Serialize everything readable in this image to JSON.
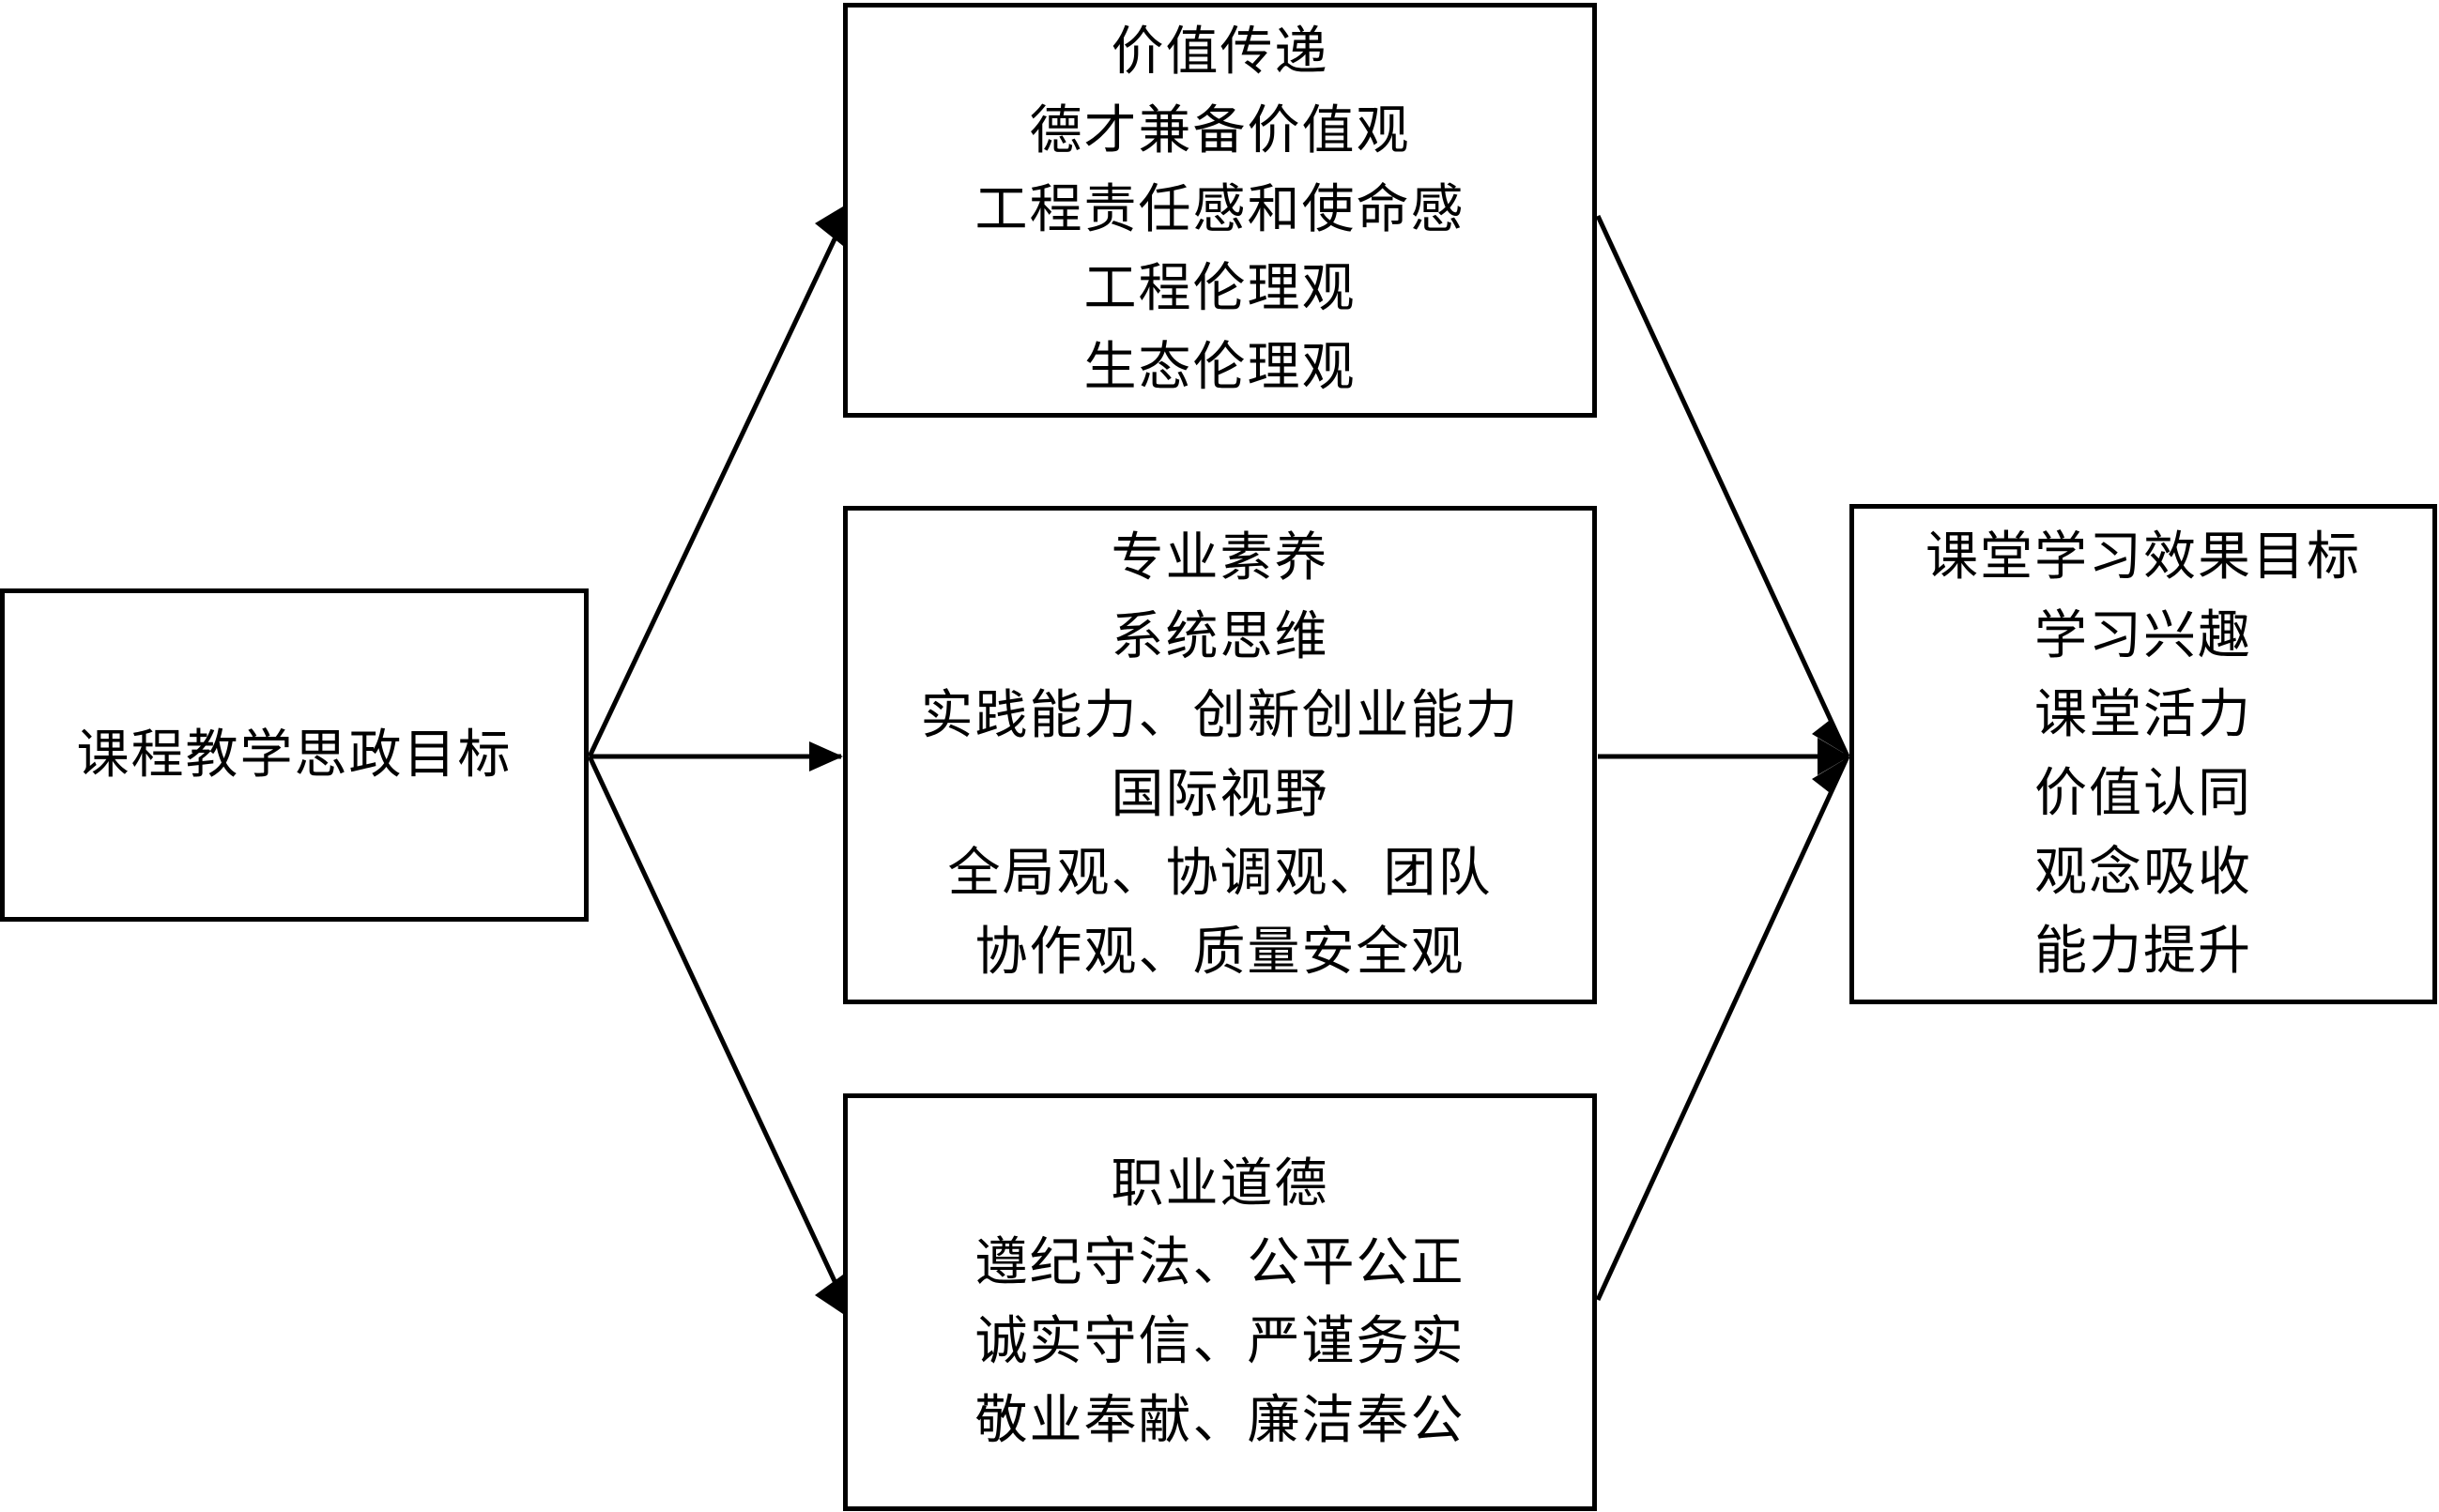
{
  "diagram": {
    "source": {
      "lines": [
        "课程教学思政目标"
      ]
    },
    "value_transfer": {
      "lines": [
        "价值传递",
        "德才兼备价值观",
        "工程责任感和使命感",
        "工程伦理观",
        "生态伦理观"
      ]
    },
    "professional_quality": {
      "lines": [
        "专业素养",
        "系统思维",
        "实践能力、创新创业能力",
        "国际视野",
        "全局观、协调观、团队",
        "协作观、质量安全观"
      ]
    },
    "professional_ethics": {
      "lines": [
        "职业道德",
        "遵纪守法、公平公正",
        "诚实守信、严谨务实",
        "敬业奉献、廉洁奉公"
      ]
    },
    "target": {
      "lines": [
        "课堂学习效果目标",
        "学习兴趣",
        "课堂活力",
        "价值认同",
        "观念吸收",
        "能力提升"
      ]
    },
    "edges": [
      {
        "from": "source",
        "to": "value_transfer"
      },
      {
        "from": "source",
        "to": "professional_quality"
      },
      {
        "from": "source",
        "to": "professional_ethics"
      },
      {
        "from": "value_transfer",
        "to": "target"
      },
      {
        "from": "professional_quality",
        "to": "target"
      },
      {
        "from": "professional_ethics",
        "to": "target"
      }
    ]
  }
}
